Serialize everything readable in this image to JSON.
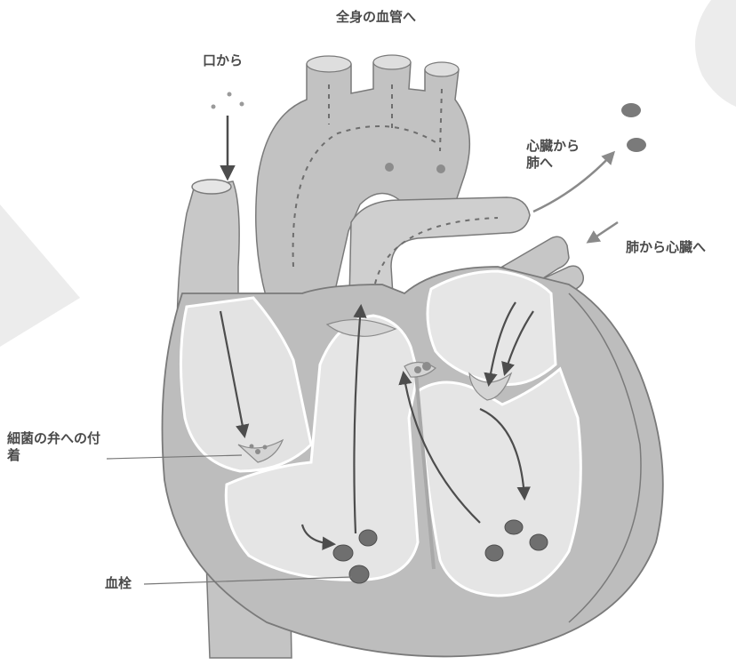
{
  "labels": {
    "to_body_vessels": "全身の血管へ",
    "from_mouth": "口から",
    "heart_to_lungs": "心臓から肺へ",
    "lungs_to_heart": "肺から心臓へ",
    "bacteria_on_valve": "細菌の弁への付着",
    "thrombus": "血栓"
  },
  "colors": {
    "tissue": "#bdbdbd",
    "tissue_dark": "#9a9a9a",
    "chamber": "#e3e3e3",
    "arrow": "#4d4d4d",
    "bacteria": "#8c8c8c",
    "clot": "#6f6f6f",
    "background_shape": "#ececec"
  },
  "icons": [
    "arrow-down-icon",
    "arrow-out-icon",
    "arrow-in-icon",
    "flow-arrow-icon",
    "bacteria-icon",
    "clot-icon"
  ]
}
